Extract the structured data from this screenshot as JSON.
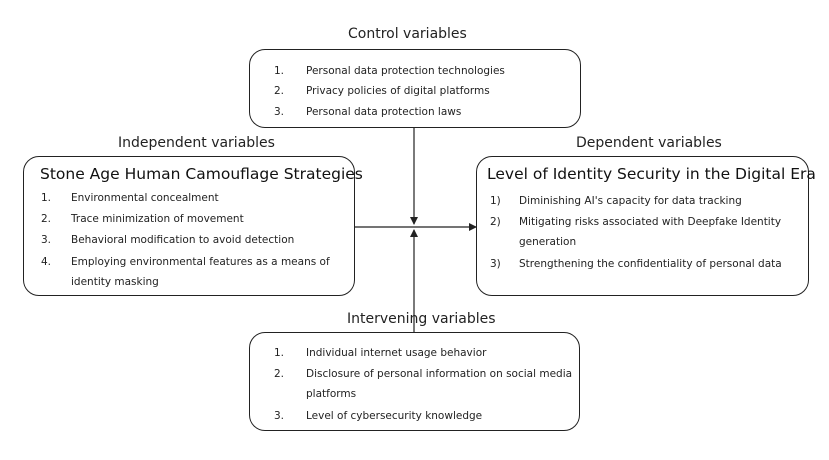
{
  "control": {
    "heading": "Control variables",
    "items": [
      {
        "num": "1.",
        "text": "Personal data protection technologies"
      },
      {
        "num": "2.",
        "text": "Privacy policies of digital platforms"
      },
      {
        "num": "3.",
        "text": "Personal data protection laws"
      }
    ]
  },
  "independent": {
    "heading": "Independent variables",
    "title": "Stone Age Human Camouflage Strategies",
    "items": [
      {
        "num": "1.",
        "text": "Environmental concealment"
      },
      {
        "num": "2.",
        "text": "Trace minimization of movement"
      },
      {
        "num": "3.",
        "text": "Behavioral modification to avoid detection"
      },
      {
        "num": "4.",
        "text": "Employing environmental features as a means of",
        "text2": "identity masking"
      }
    ]
  },
  "dependent": {
    "heading": "Dependent variables",
    "title": "Level of Identity Security in the Digital Era",
    "items": [
      {
        "num": "1)",
        "text": "Diminishing AI's capacity for data tracking"
      },
      {
        "num": "2)",
        "text": "Mitigating risks associated with Deepfake Identity",
        "text2": "generation"
      },
      {
        "num": "3)",
        "text": "Strengthening the confidentiality of personal data"
      }
    ]
  },
  "intervening": {
    "heading": "Intervening variables",
    "items": [
      {
        "num": "1.",
        "text": "Individual internet usage behavior"
      },
      {
        "num": "2.",
        "text": "Disclosure of personal information on social media",
        "text2": "platforms"
      },
      {
        "num": "3.",
        "text": "Level of cybersecurity knowledge"
      }
    ]
  }
}
